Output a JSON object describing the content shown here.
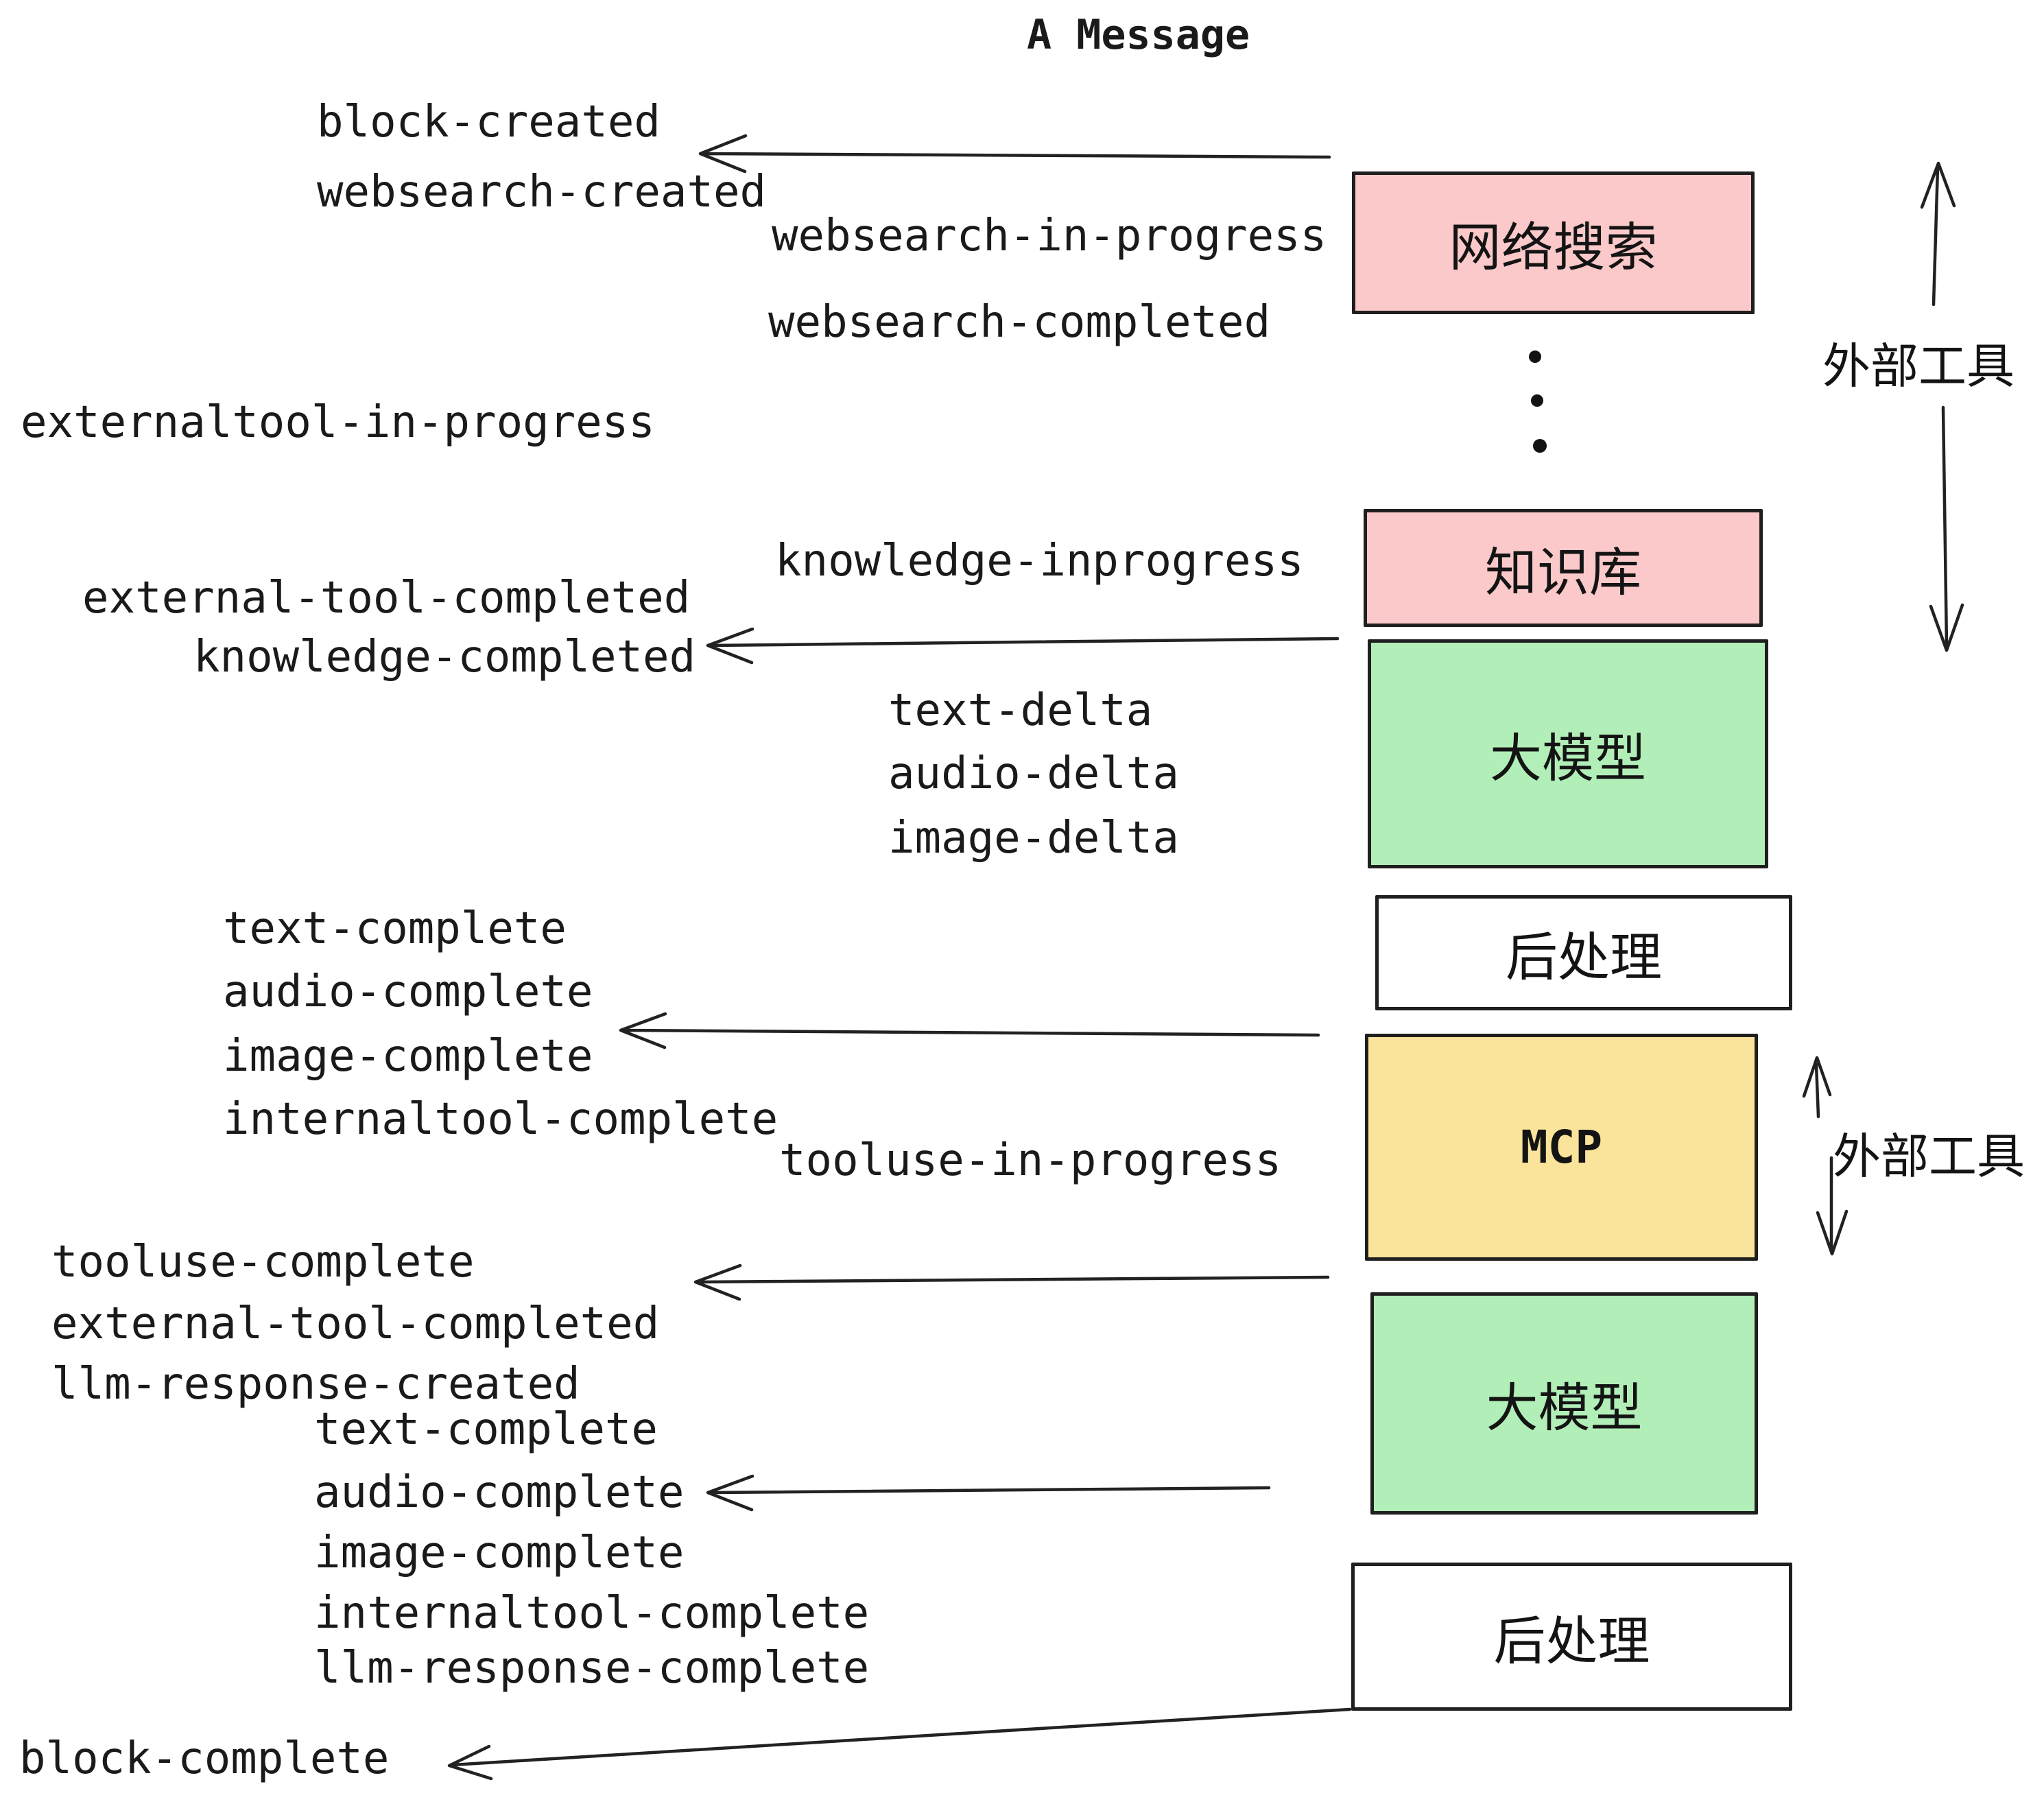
{
  "title": "A Message",
  "colors": {
    "box_pink": "#FBC9C9",
    "box_green": "#B2EFB8",
    "box_yellow": "#FAE49B",
    "box_white": "#FFFFFF",
    "box_border": "#1F1F1F",
    "text": "#1A1A1A",
    "arrow": "#222222"
  },
  "pipeline": {
    "boxes": [
      {
        "id": "websearch",
        "label": "网络搜索",
        "color": "#FBC9C9"
      },
      {
        "id": "knowledge",
        "label": "知识库",
        "color": "#FBC9C9"
      },
      {
        "id": "llm_1",
        "label": "大模型",
        "color": "#B2EFB8"
      },
      {
        "id": "post_1",
        "label": "后处理",
        "color": "#FFFFFF"
      },
      {
        "id": "mcp",
        "label": "MCP",
        "color": "#FAE49B"
      },
      {
        "id": "llm_2",
        "label": "大模型",
        "color": "#B2EFB8"
      },
      {
        "id": "post_2",
        "label": "后处理",
        "color": "#FFFFFF"
      }
    ]
  },
  "annotations": {
    "external_tools_top": "外部工具",
    "external_tools_mcp": "外部工具"
  },
  "icons": {
    "vertical_ellipsis": "three-dots-vertical"
  },
  "events": [
    {
      "text": "block-created"
    },
    {
      "text": "websearch-created"
    },
    {
      "text": "websearch-in-progress"
    },
    {
      "text": "websearch-completed"
    },
    {
      "text": "externaltool-in-progress"
    },
    {
      "text": "knowledge-inprogress"
    },
    {
      "text": "external-tool-completed"
    },
    {
      "text": "knowledge-completed"
    },
    {
      "text": "text-delta"
    },
    {
      "text": "audio-delta"
    },
    {
      "text": "image-delta"
    },
    {
      "text": "text-complete"
    },
    {
      "text": "audio-complete"
    },
    {
      "text": "image-complete"
    },
    {
      "text": "internaltool-complete"
    },
    {
      "text": "tooluse-in-progress"
    },
    {
      "text": "tooluse-complete"
    },
    {
      "text": "external-tool-completed"
    },
    {
      "text": "llm-response-created"
    },
    {
      "text": "text-complete"
    },
    {
      "text": "audio-complete"
    },
    {
      "text": "image-complete"
    },
    {
      "text": "internaltool-complete"
    },
    {
      "text": "llm-response-complete"
    },
    {
      "text": "block-complete"
    }
  ]
}
